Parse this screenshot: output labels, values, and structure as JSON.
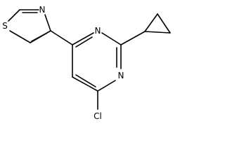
{
  "molecule": {
    "atoms": {
      "thiazole_s": "S",
      "thiazole_n": "N",
      "pyrimidine_n1": "N",
      "pyrimidine_n3": "N",
      "chlorine": "Cl"
    }
  },
  "colors": {
    "bond": "#000000",
    "background": "#ffffff"
  }
}
